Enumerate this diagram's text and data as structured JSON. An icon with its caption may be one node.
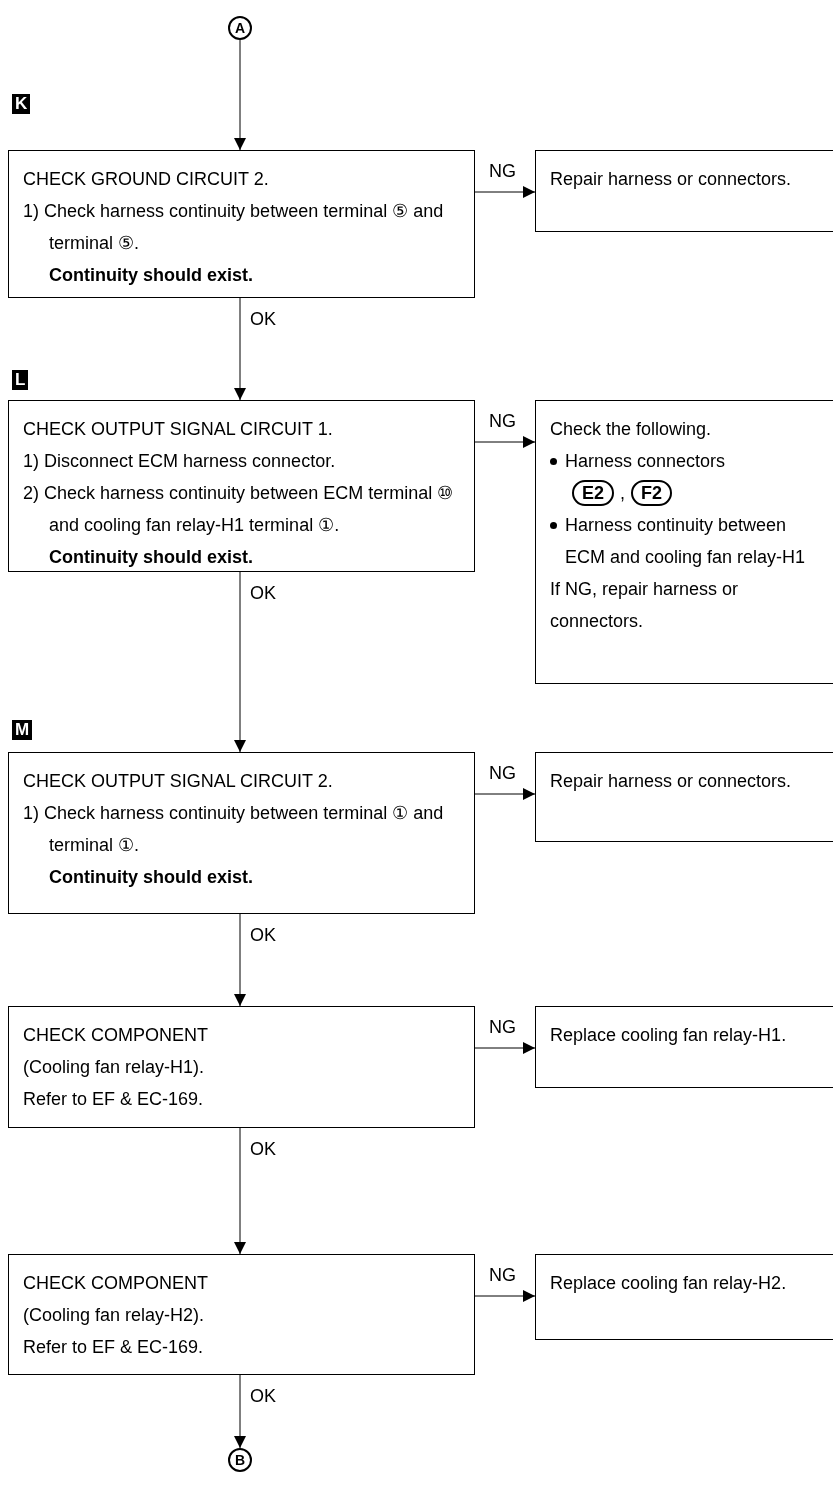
{
  "diagram": {
    "nodes": [
      {
        "text": [
          "A"
        ]
      },
      {
        "text": [
          "CHECK GROUND CIRCUIT 2.",
          "1) Check harness continuity between terminal ⑤ and terminal ⑤.",
          "Continuity should exist."
        ]
      },
      {
        "text": [
          "Repair harness or connectors."
        ]
      },
      {
        "text": [
          "CHECK OUTPUT SIGNAL CIRCUIT 1.",
          "1) Disconnect ECM harness connector.",
          "2) Check harness continuity between ECM terminal ⑩ and cooling fan relay-H1 terminal ①.",
          "Continuity should exist."
        ]
      },
      {
        "text": [
          "Check the following.",
          "Harness connectors",
          "E2",
          ",",
          "F2",
          "Harness continuity between ECM and cooling fan relay-H1",
          "If NG, repair harness or connectors."
        ]
      },
      {
        "text": [
          "CHECK OUTPUT SIGNAL CIRCUIT 2.",
          "1) Check harness continuity between terminal ① and terminal ①.",
          "Continuity should exist."
        ]
      },
      {
        "text": [
          "Repair harness or connectors."
        ]
      },
      {
        "text": [
          "CHECK COMPONENT",
          "(Cooling fan relay-H1).",
          "Refer to EF & EC-169."
        ]
      },
      {
        "text": [
          "Replace cooling fan relay-H1."
        ]
      },
      {
        "text": [
          "CHECK COMPONENT",
          "(Cooling fan relay-H2).",
          "Refer to EF & EC-169."
        ]
      },
      {
        "text": [
          "Replace cooling fan relay-H2."
        ]
      },
      {
        "text": [
          "B"
        ]
      }
    ],
    "edges": [
      {
        "from": 0,
        "to": 1,
        "arrow": "to"
      },
      {
        "from": 1,
        "to": 2,
        "arrow": "to",
        "label": "NG"
      },
      {
        "from": 1,
        "to": 3,
        "arrow": "to",
        "label": "OK"
      },
      {
        "from": 3,
        "to": 4,
        "arrow": "to",
        "label": "NG"
      },
      {
        "from": 3,
        "to": 5,
        "arrow": "to",
        "label": "OK"
      },
      {
        "from": 5,
        "to": 6,
        "arrow": "to",
        "label": "NG"
      },
      {
        "from": 5,
        "to": 7,
        "arrow": "to",
        "label": "OK"
      },
      {
        "from": 7,
        "to": 8,
        "arrow": "to",
        "label": "NG"
      },
      {
        "from": 7,
        "to": 9,
        "arrow": "to",
        "label": "OK"
      },
      {
        "from": 9,
        "to": 10,
        "arrow": "to",
        "label": "NG"
      },
      {
        "from": 9,
        "to": 11,
        "arrow": "to",
        "label": "OK"
      }
    ],
    "labels": [
      "K",
      "L",
      "M"
    ]
  }
}
